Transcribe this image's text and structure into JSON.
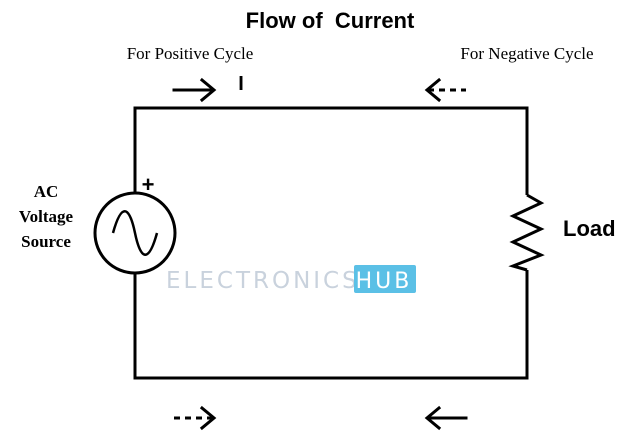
{
  "diagram": {
    "title": "Flow of  Current",
    "positive_cycle_label": "For Positive Cycle",
    "negative_cycle_label": "For Negative Cycle",
    "current_symbol": "I",
    "source_label": [
      "AC",
      "Voltage",
      "Source"
    ],
    "plus_sign": "+",
    "load_label": "Load",
    "watermark": {
      "left": "ELECTRONICS",
      "right": "HUB",
      "text_color": "#c9d2dd",
      "badge_color": "#5bc0e6"
    },
    "arrows": [
      {
        "name": "positive-top-arrow",
        "style": "solid",
        "direction": "right"
      },
      {
        "name": "negative-top-arrow",
        "style": "dotted",
        "direction": "left"
      },
      {
        "name": "positive-bottom-arrow",
        "style": "dotted",
        "direction": "right"
      },
      {
        "name": "negative-bottom-arrow",
        "style": "solid",
        "direction": "left"
      }
    ],
    "wire_color": "#000000"
  }
}
